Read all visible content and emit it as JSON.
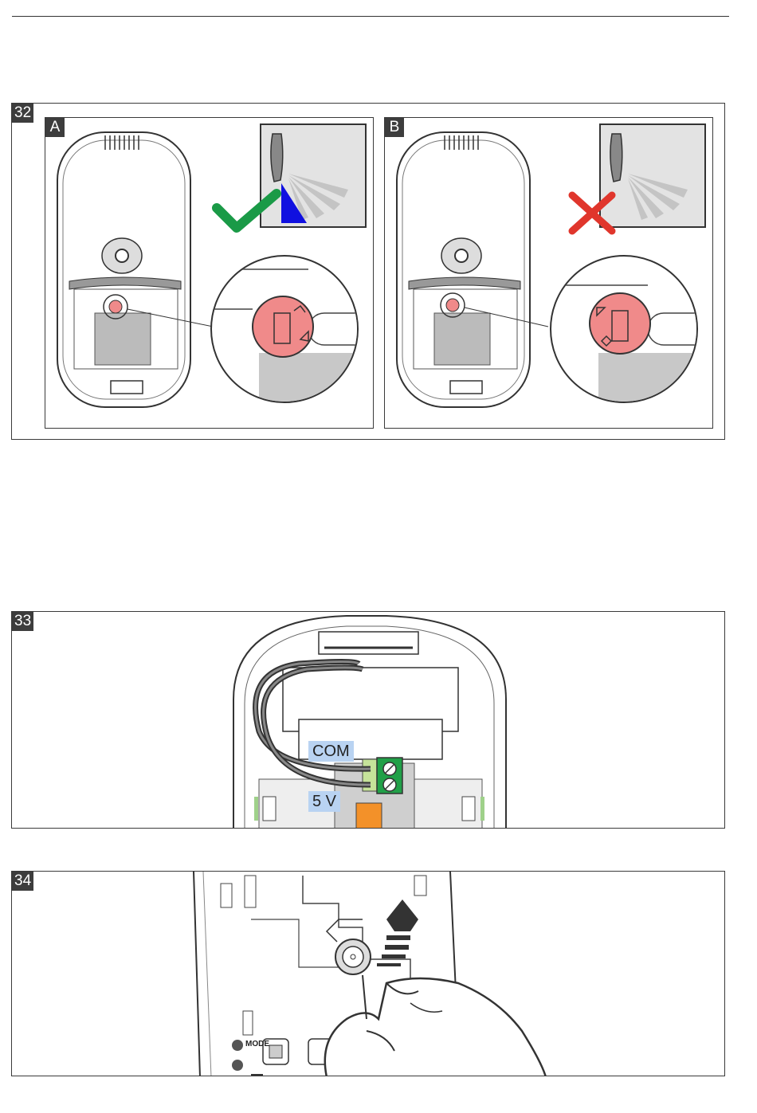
{
  "figures": {
    "fig32": {
      "label": "32",
      "panel_a": {
        "label": "A",
        "status": "correct"
      },
      "panel_b": {
        "label": "B",
        "status": "incorrect"
      }
    },
    "fig33": {
      "label": "33",
      "terminals": {
        "com": "COM",
        "five_v": "5 V"
      }
    },
    "fig34": {
      "label": "34",
      "button_text": "MODE"
    }
  },
  "colors": {
    "check": "#1a9a47",
    "cross": "#e0362c",
    "lens_pink": "#f08a8a",
    "blue_beam": "#1010e0",
    "label_blue": "#b9d3f2",
    "terminal_green": "#21a048",
    "connector_orange": "#f39129"
  }
}
